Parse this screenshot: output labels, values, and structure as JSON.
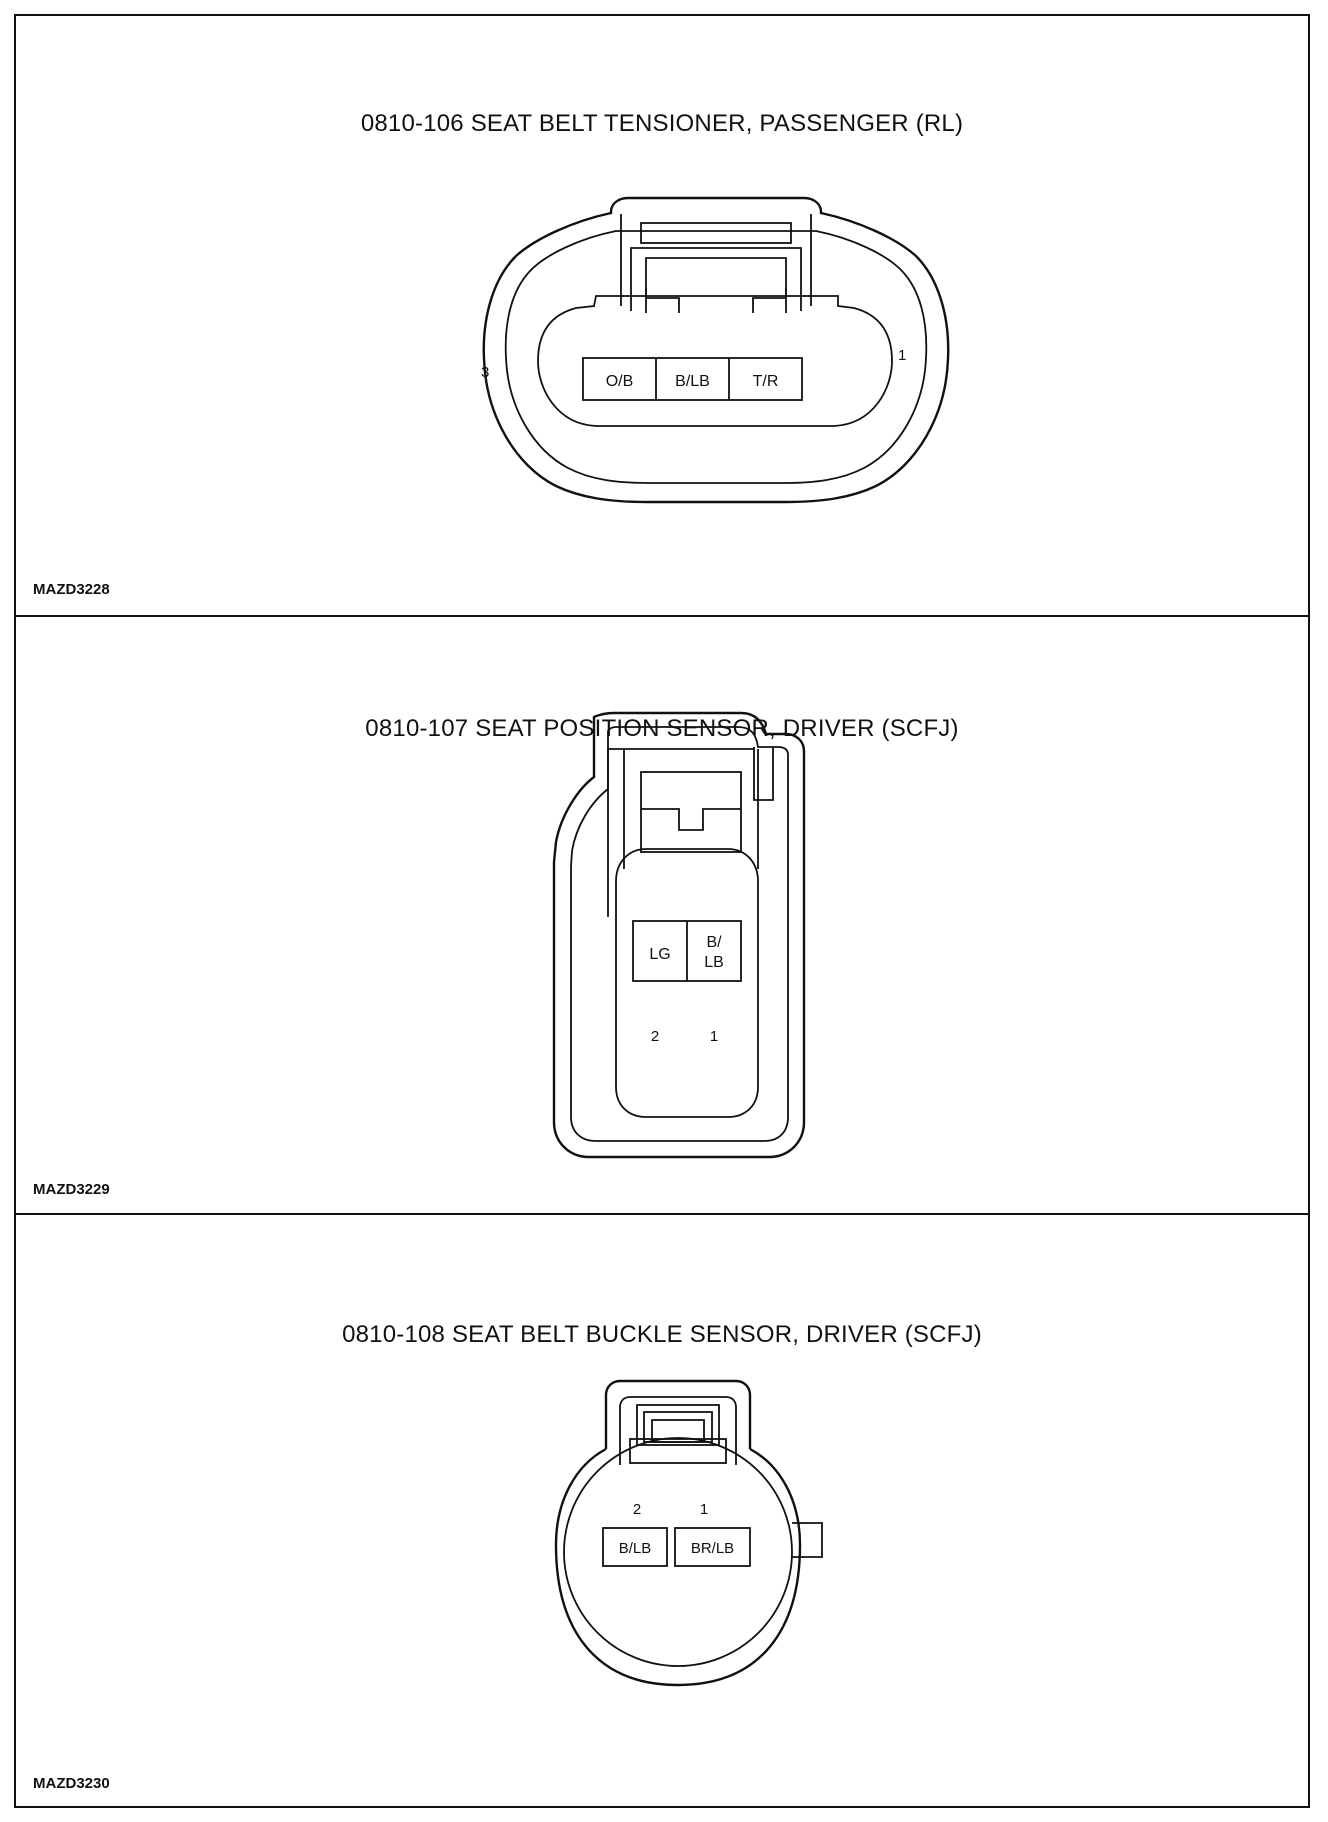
{
  "connectors": [
    {
      "title": "0810-106 SEAT BELT TENSIONER, PASSENGER (RL)",
      "figure_code": "MAZD3228",
      "pin_numbers": {
        "left": "3",
        "right": "1"
      },
      "cavities": [
        "O/B",
        "B/LB",
        "T/R"
      ]
    },
    {
      "title": "0810-107 SEAT POSITION SENSOR, DRIVER (SCFJ)",
      "figure_code": "MAZD3229",
      "cavities": [
        {
          "lines": [
            "LG"
          ]
        },
        {
          "lines": [
            "B/",
            "LB"
          ]
        }
      ],
      "pin_numbers": [
        "2",
        "1"
      ]
    },
    {
      "title": "0810-108 SEAT BELT BUCKLE SENSOR, DRIVER (SCFJ)",
      "figure_code": "MAZD3230",
      "pin_numbers": [
        "2",
        "1"
      ],
      "cavities": [
        "B/LB",
        "BR/LB"
      ]
    }
  ]
}
